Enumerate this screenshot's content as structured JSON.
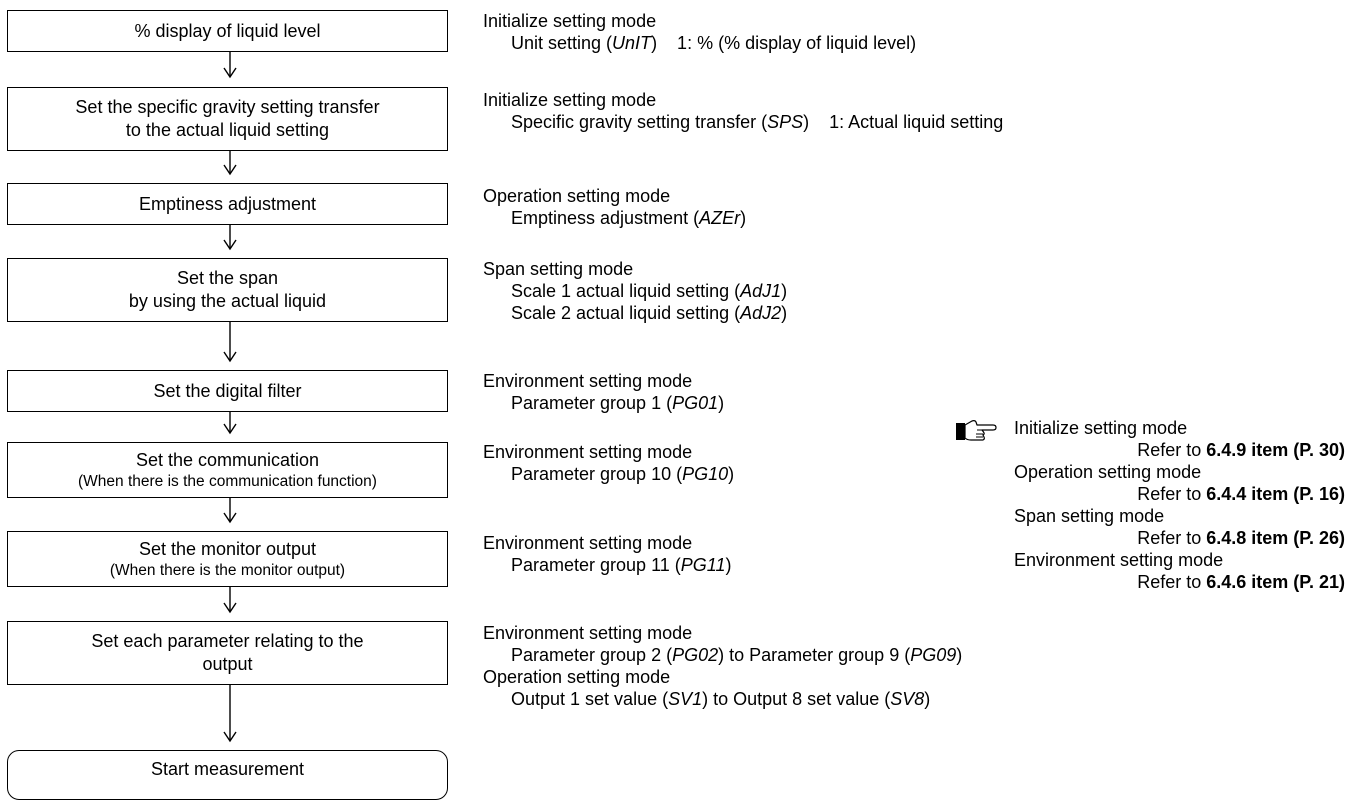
{
  "steps": [
    {
      "label": "% display of liquid level",
      "sub": ""
    },
    {
      "label": "Set the specific gravity setting transfer",
      "label2": "to the actual liquid setting",
      "sub": ""
    },
    {
      "label": "Emptiness adjustment",
      "sub": ""
    },
    {
      "label": "Set the span",
      "label2": "by using the actual liquid",
      "sub": ""
    },
    {
      "label": "Set the digital filter",
      "sub": ""
    },
    {
      "label": "Set the communication",
      "sub": "(When there is the communication function)"
    },
    {
      "label": "Set the monitor output",
      "sub": "(When there is the monitor output)"
    },
    {
      "label": "Set each parameter relating to the",
      "label2": "output",
      "sub": ""
    },
    {
      "label": "Start measurement",
      "sub": ""
    }
  ],
  "descriptions": [
    {
      "mode": "Initialize setting mode",
      "pre": "Unit setting (",
      "code": "UnIT",
      "post": ")    1: % (% display of liquid level)"
    },
    {
      "mode": "Initialize setting mode",
      "pre": "Specific gravity setting transfer (",
      "code": "SPS",
      "post": ")    1: Actual liquid setting"
    },
    {
      "mode": "Operation setting mode",
      "pre": "Emptiness adjustment (",
      "code": "AZEr",
      "post": ")"
    },
    {
      "mode": "Span setting mode",
      "line1": {
        "pre": "Scale 1 actual liquid setting (",
        "code": "AdJ1",
        "post": ")"
      },
      "line2": {
        "pre": "Scale 2 actual liquid setting (",
        "code": "AdJ2",
        "post": ")"
      }
    },
    {
      "mode": "Environment setting mode",
      "pre": "Parameter group 1 (",
      "code": "PG01",
      "post": ")"
    },
    {
      "mode": "Environment setting mode",
      "pre": "Parameter group 10 (",
      "code": "PG10",
      "post": ")"
    },
    {
      "mode": "Environment setting mode",
      "pre": "Parameter group 11 (",
      "code": "PG11",
      "post": ")"
    },
    {
      "mode": "Environment setting mode",
      "line1": {
        "pre": "Parameter group 2 (",
        "code": "PG02",
        "mid": ") to Parameter group 9 (",
        "code2": "PG09",
        "post": ")"
      },
      "mode2": "Operation setting mode",
      "line2": {
        "pre": "Output 1 set value (",
        "code": "SV1",
        "mid": ") to Output 8 set value (",
        "code2": "SV8",
        "post": ")"
      }
    }
  ],
  "references": [
    {
      "mode": "Initialize setting mode",
      "refer": "Refer to ",
      "item": "6.4.9 item (P. 30)"
    },
    {
      "mode": "Operation setting mode",
      "refer": "Refer to ",
      "item": "6.4.4 item (P. 16)"
    },
    {
      "mode": "Span setting mode",
      "refer": "Refer to ",
      "item": "6.4.8 item (P. 26)"
    },
    {
      "mode": "Environment setting mode",
      "refer": "Refer to ",
      "item": "6.4.6 item (P. 21)"
    }
  ]
}
